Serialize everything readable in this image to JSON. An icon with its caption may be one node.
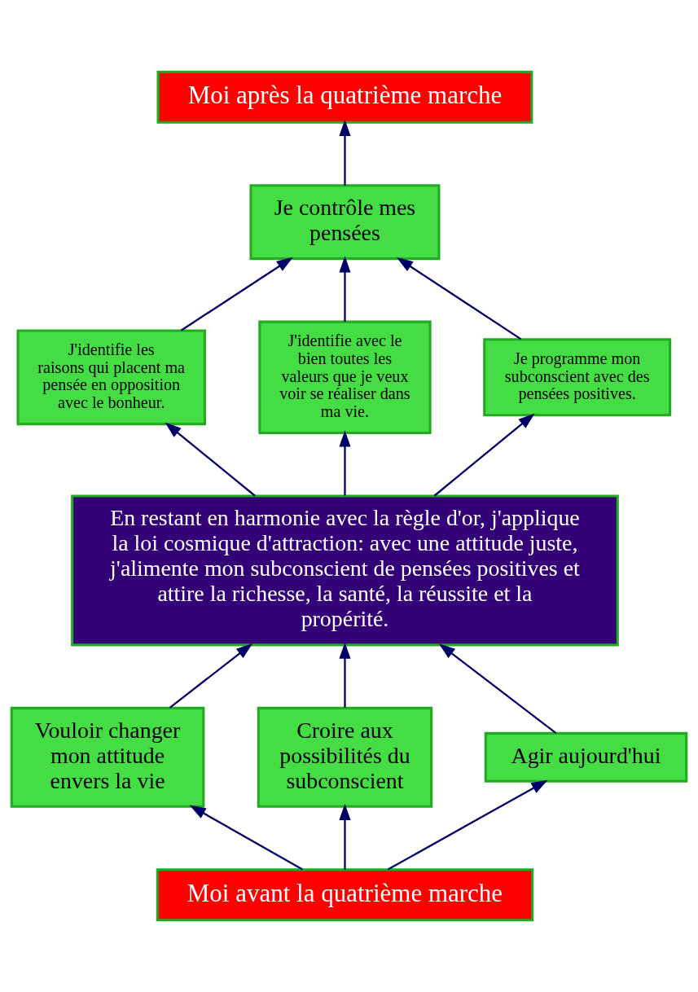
{
  "diagram": {
    "nodes": [
      {
        "text": [
          "Moi après la quatrième marche"
        ]
      },
      {
        "text": [
          "Je contrôle mes pensées"
        ]
      },
      {
        "text": [
          "J'identifie les raisons qui placent ma pensée en opposition avec le bonheur."
        ]
      },
      {
        "text": [
          "J'identifie avec le bien toutes les valeurs que je veux voir se réaliser dans ma vie."
        ]
      },
      {
        "text": [
          "Je programme mon subconscient avec des pensées positives."
        ]
      },
      {
        "text": [
          "En restant en harmonie avec la règle d'or, j'applique la loi cosmique d'attraction: avec une attitude juste, j'alimente mon subconscient de pensées positives et attire la richesse, la santé, la réussite et la propérité."
        ]
      },
      {
        "text": [
          "Vouloir changer mon attitude envers la vie"
        ]
      },
      {
        "text": [
          "Croire aux possibilités du subconscient"
        ]
      },
      {
        "text": [
          "Agir aujourd'hui"
        ]
      },
      {
        "text": [
          "Moi avant la quatrième marche"
        ]
      }
    ],
    "edges": [
      {
        "from": 1,
        "to": 0,
        "arrow": "to"
      },
      {
        "from": 2,
        "to": 1,
        "arrow": "to"
      },
      {
        "from": 3,
        "to": 1,
        "arrow": "to"
      },
      {
        "from": 4,
        "to": 1,
        "arrow": "to"
      },
      {
        "from": 5,
        "to": 2,
        "arrow": "to"
      },
      {
        "from": 5,
        "to": 3,
        "arrow": "to"
      },
      {
        "from": 5,
        "to": 4,
        "arrow": "to"
      },
      {
        "from": 6,
        "to": 5,
        "arrow": "to"
      },
      {
        "from": 7,
        "to": 5,
        "arrow": "to"
      },
      {
        "from": 8,
        "to": 5,
        "arrow": "to"
      },
      {
        "from": 9,
        "to": 6,
        "arrow": "to"
      },
      {
        "from": 9,
        "to": 7,
        "arrow": "to"
      },
      {
        "from": 9,
        "to": 8,
        "arrow": "to"
      }
    ]
  }
}
